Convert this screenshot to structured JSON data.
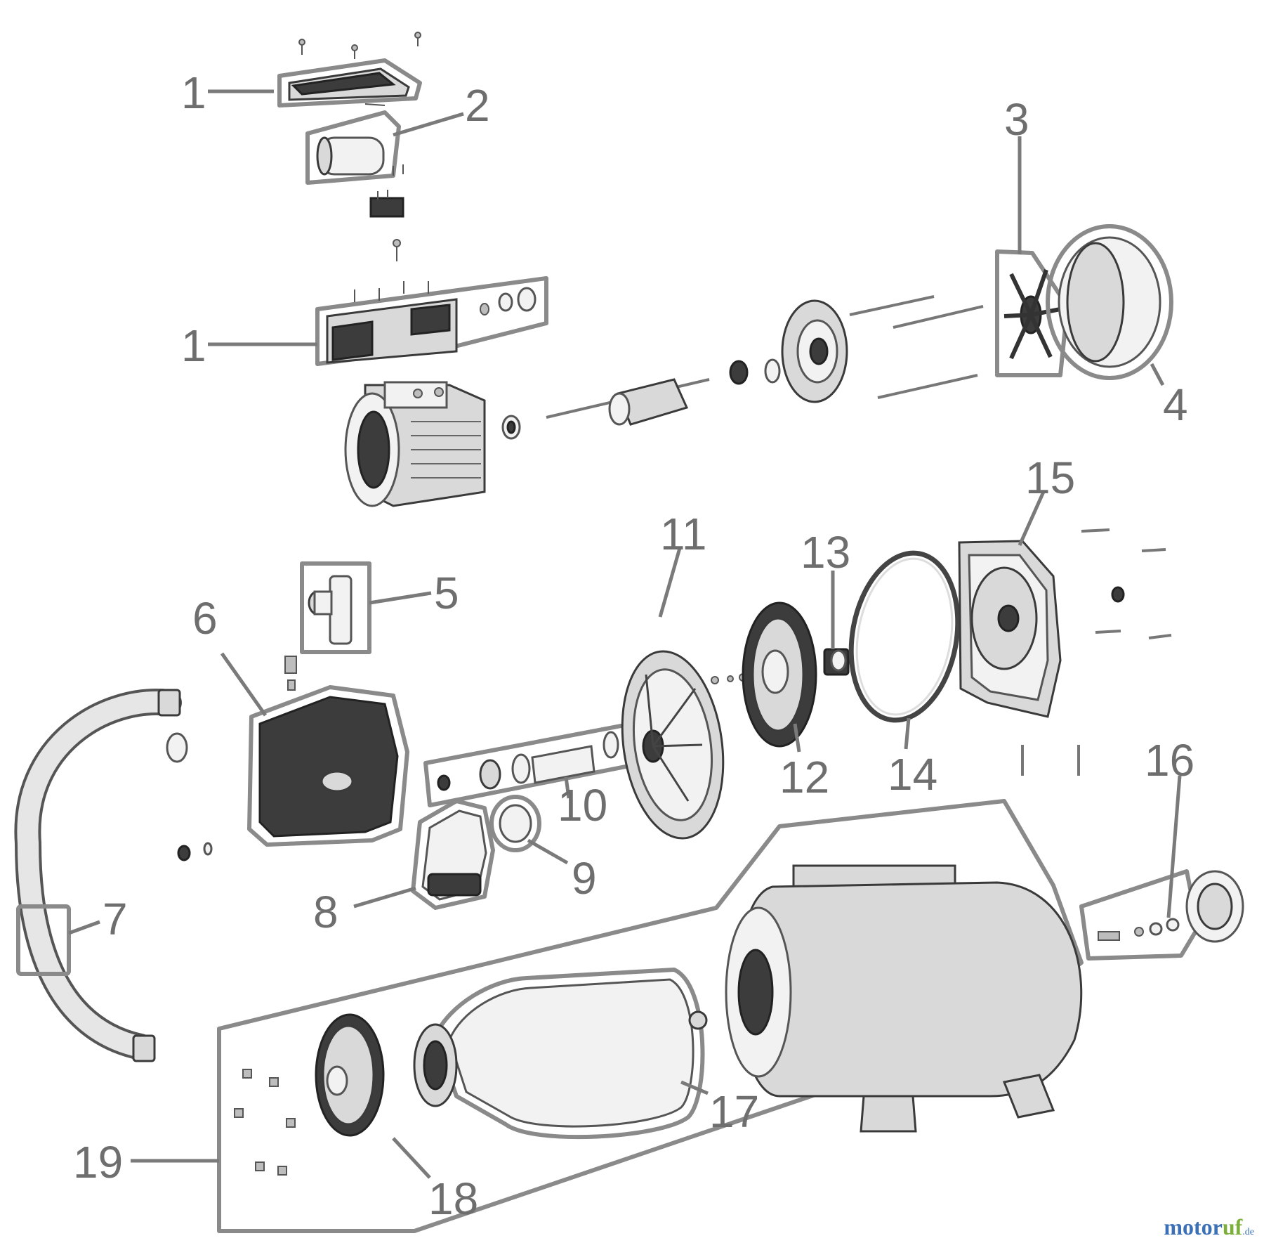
{
  "diagram": {
    "type": "exploded-parts-diagram",
    "callouts": [
      {
        "id": "c1a",
        "label": "1"
      },
      {
        "id": "c2",
        "label": "2"
      },
      {
        "id": "c3",
        "label": "3"
      },
      {
        "id": "c1b",
        "label": "1"
      },
      {
        "id": "c4",
        "label": "4"
      },
      {
        "id": "c15",
        "label": "15"
      },
      {
        "id": "c11",
        "label": "11"
      },
      {
        "id": "c13",
        "label": "13"
      },
      {
        "id": "c5",
        "label": "5"
      },
      {
        "id": "c6",
        "label": "6"
      },
      {
        "id": "c10",
        "label": "10"
      },
      {
        "id": "c12",
        "label": "12"
      },
      {
        "id": "c14",
        "label": "14"
      },
      {
        "id": "c16",
        "label": "16"
      },
      {
        "id": "c9",
        "label": "9"
      },
      {
        "id": "c8",
        "label": "8"
      },
      {
        "id": "c7",
        "label": "7"
      },
      {
        "id": "c17",
        "label": "17"
      },
      {
        "id": "c19",
        "label": "19"
      },
      {
        "id": "c18",
        "label": "18"
      }
    ]
  },
  "watermark": {
    "main": "motor",
    "accent": "uf",
    "suffix": ".de"
  },
  "colors": {
    "callout_text": "#6e6e6e",
    "outline": "#8a8a8a",
    "watermark_blue": "#3b6fb6",
    "watermark_green": "#7cae3a"
  }
}
